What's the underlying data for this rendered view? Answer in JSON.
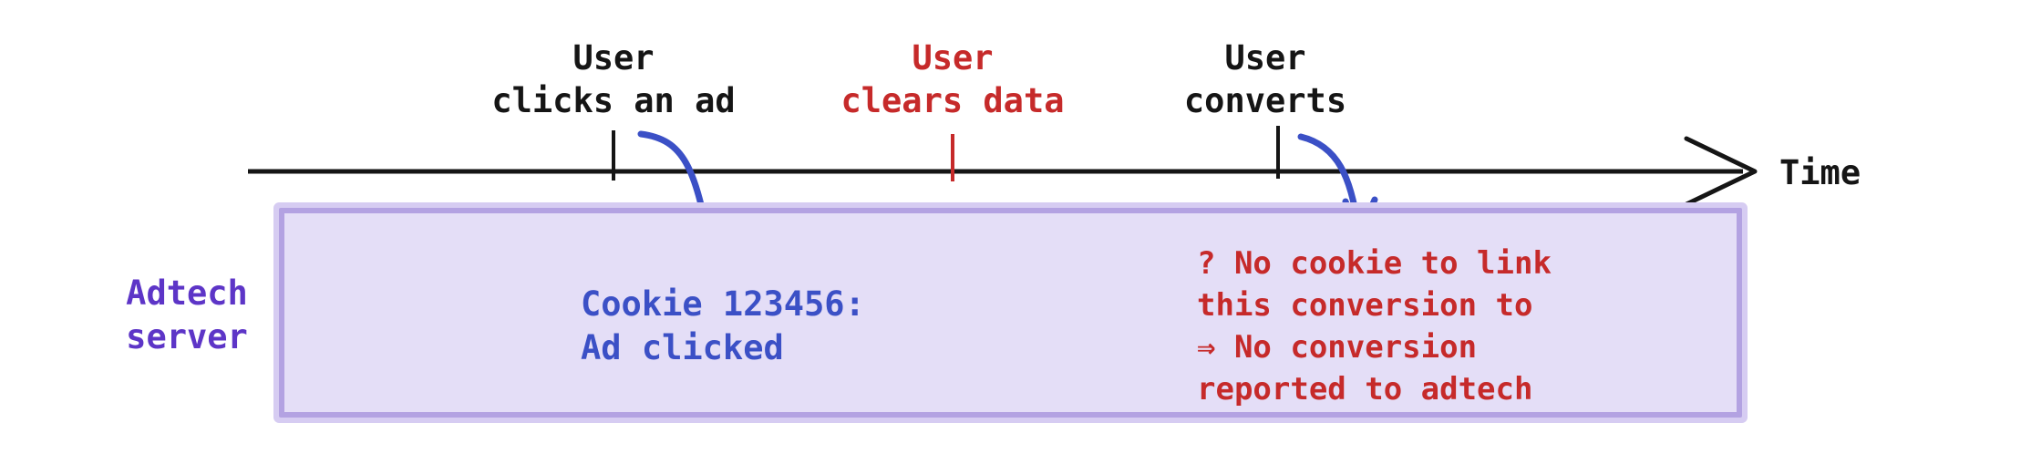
{
  "canvas": {
    "background": "#ffffff"
  },
  "timeline": {
    "axis_label": "Time",
    "axis_color": "#151515",
    "events": [
      {
        "id": "user-clicks-ad",
        "line1": "User",
        "line2": "clicks an ad",
        "text_color": "#151515",
        "tick_color": "#151515"
      },
      {
        "id": "user-clears-data",
        "line1": "User",
        "line2": "clears data",
        "text_color": "#c62a2a",
        "tick_color": "#c62a2a"
      },
      {
        "id": "user-converts",
        "line1": "User",
        "line2": "converts",
        "text_color": "#151515",
        "tick_color": "#151515"
      }
    ]
  },
  "server_lane": {
    "label_line1": "Adtech",
    "label_line2": "server",
    "label_color": "#5d35c7",
    "box_fill": "#e4def7",
    "box_border": "#b3a2e2"
  },
  "annotations": {
    "arrow_color": "#3b50c6",
    "cookie_note": {
      "line1": "Cookie 123456:",
      "line2": "Ad clicked",
      "color": "#3b50c6"
    },
    "no_cookie_note": {
      "lines": [
        "? No cookie to link",
        "this conversion to",
        "⇒ No conversion",
        "reported to adtech"
      ],
      "color": "#c62a2a"
    }
  }
}
